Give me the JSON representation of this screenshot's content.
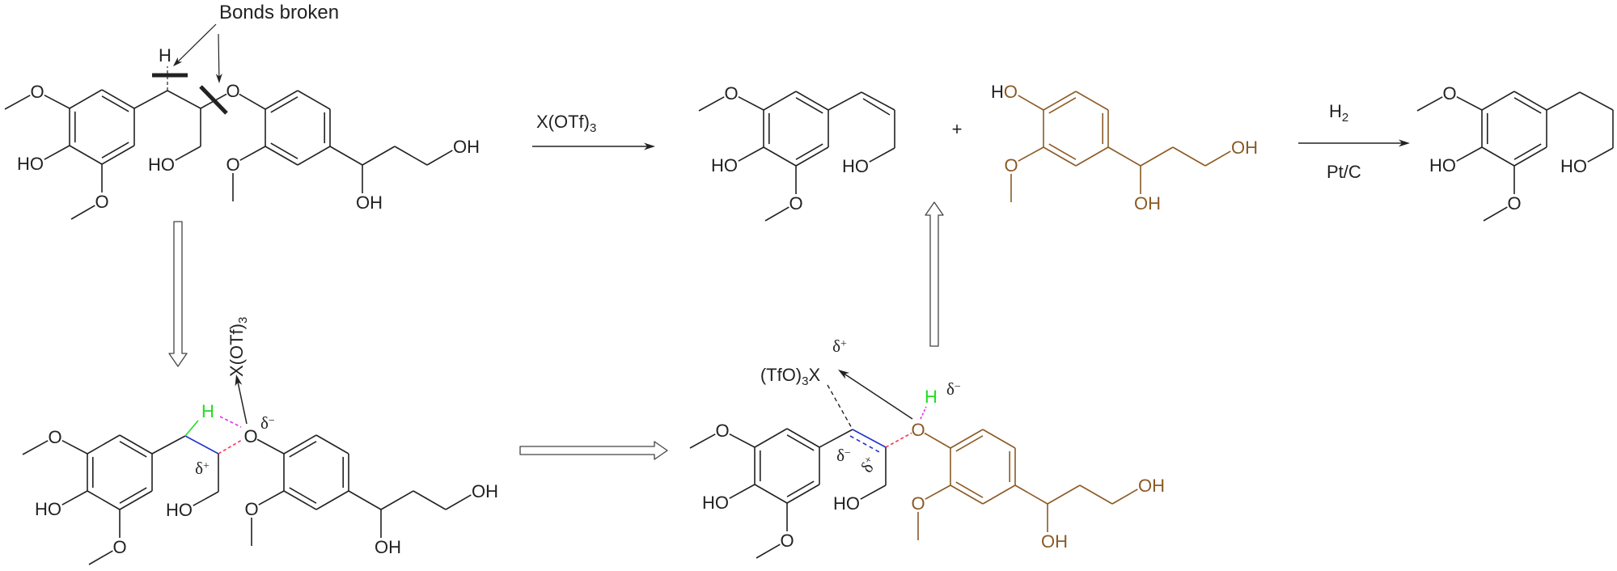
{
  "annotation": {
    "bonds_broken": "Bonds broken"
  },
  "atoms": {
    "O": "O",
    "H": "H",
    "HO": "HO",
    "OH": "OH"
  },
  "plus": "+",
  "step1_reagent": {
    "text": "X(OTf)",
    "sub": "3"
  },
  "step2_reagent": {
    "top_text": "H",
    "top_sub": "2",
    "bottom": "Pt/C"
  },
  "intermediate1": {
    "lewis_acid": {
      "text": "X(OTf)",
      "sub": "3"
    },
    "delta_minus": {
      "base": "δ",
      "sup": "−"
    },
    "delta_plus": {
      "base": "δ",
      "sup": "+"
    }
  },
  "intermediate2": {
    "lewis_acid": {
      "pre": "(TfO)",
      "sub": "3",
      "post": "X"
    },
    "lewis_acid_charge": {
      "base": "δ",
      "sup": "+"
    },
    "hydroxyl_charge": {
      "base": "δ",
      "sup": "−"
    },
    "calpha_charge": {
      "base": "δ",
      "sup": "−"
    },
    "cbeta_charge": {
      "base": "δ",
      "sup": "+"
    }
  },
  "colors": {
    "bond": "#222222",
    "guaiacyl_product": "#8b5a24",
    "hydrogen": "#22dd22",
    "cc_bond": "#2233cc",
    "h_interaction": "#dd33dd",
    "o_interaction": "#ff3355"
  }
}
